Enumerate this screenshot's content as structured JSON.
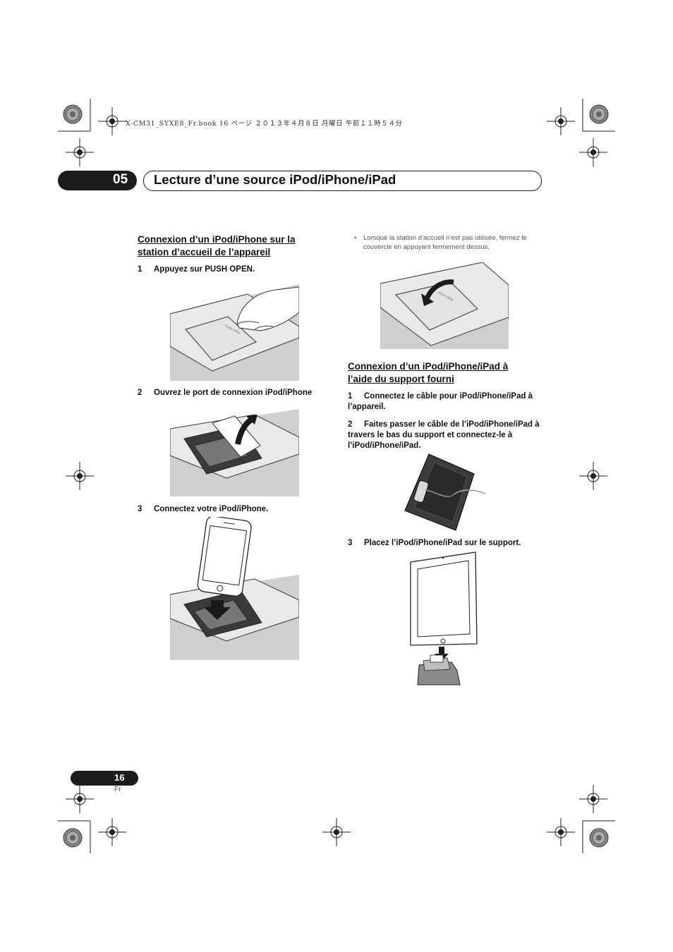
{
  "header": {
    "book_line": "X-CM31_SYXE8_Fr.book  16 ページ  ２０１３年４月８日  月曜日  午前１１時５４分",
    "chapter_number": "05",
    "chapter_title": "Lecture d’une source iPod/iPhone/iPad"
  },
  "left_column": {
    "section_title_line1": "Connexion d’un iPod/iPhone sur la",
    "section_title_line2": "station d’accueil de l’appareil",
    "steps": [
      {
        "num": "1",
        "text": "Appuyez sur PUSH OPEN."
      },
      {
        "num": "2",
        "text": "Ouvrez le port de connexion iPod/iPhone"
      },
      {
        "num": "3",
        "text": "Connectez votre iPod/iPhone."
      }
    ]
  },
  "right_column": {
    "note_line1": "Lorsque la station d’accueil n’est pas utilisée, fermez le",
    "note_line2": "couvercle en appuyant fermement dessus.",
    "section_title_line1": "Connexion d’un iPod/iPhone/iPad à",
    "section_title_line2": "l’aide du support fourni",
    "steps": [
      {
        "num": "1",
        "line1": "Connectez le câble pour iPod/iPhone/iPad à",
        "line2": "l’appareil."
      },
      {
        "num": "2",
        "line1": "Faites passer le câble de l’iPod/iPhone/iPad à",
        "line2": "travers le bas du support et connectez-le à",
        "line3": "l’iPod/iPhone/iPad."
      },
      {
        "num": "3",
        "line1": "Placez l’iPod/iPhone/iPad sur le support."
      }
    ]
  },
  "footer": {
    "page_number": "16",
    "language": "Fr"
  }
}
